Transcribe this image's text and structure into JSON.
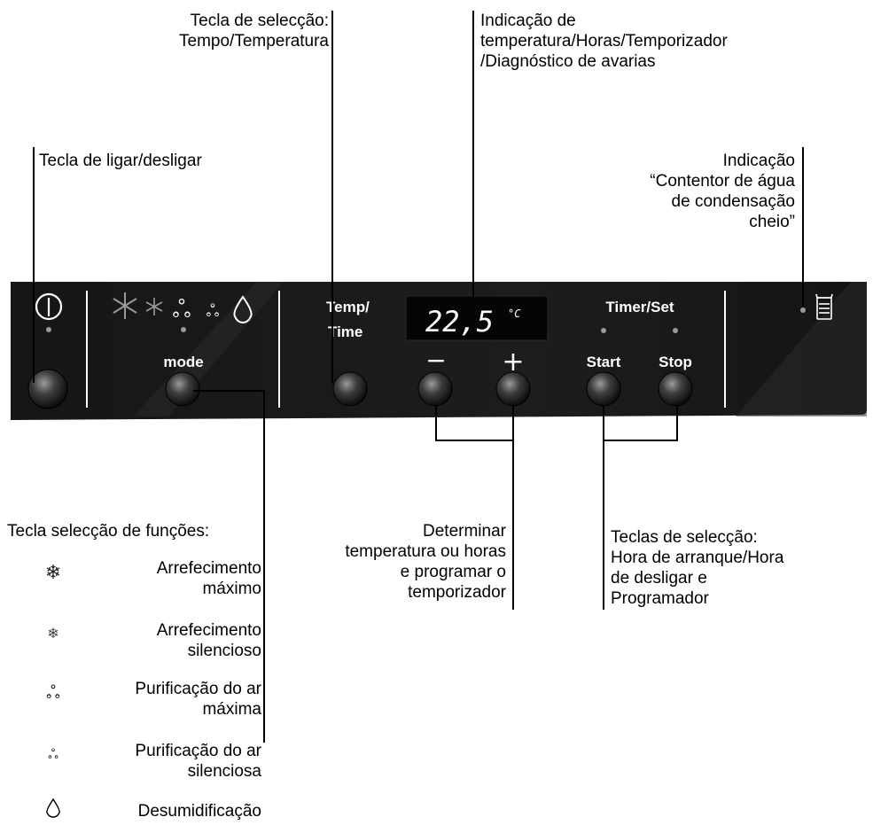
{
  "labels": {
    "power": "Tecla de ligar/desligar",
    "select_line1": "Tecla de selecção:",
    "select_line2": "Tempo/Temperatura",
    "display_line1": "Indicação de",
    "display_line2": "temperatura/Horas/Temporizador",
    "display_line3": "/Diagnóstico de avarias",
    "tank_line1": "Indicação",
    "tank_line2": "“Contentor de água",
    "tank_line3": "de condensação",
    "tank_line4": "cheio”",
    "determine_line1": "Determinar",
    "determine_line2": "temperatura ou horas",
    "determine_line3": "e programar o",
    "determine_line4": "temporizador",
    "keys_line1": "Teclas de selecção:",
    "keys_line2": "Hora de arranque/Hora",
    "keys_line3": "de desligar e",
    "keys_line4": "Programador"
  },
  "panel": {
    "mode_label": "mode",
    "temp_line1": "Temp/",
    "temp_line2": "Time",
    "display_value": "22,5",
    "display_unit": "°C",
    "timer_set": "Timer/Set",
    "start": "Start",
    "stop": "Stop",
    "minus": "−",
    "plus": "+",
    "colors": {
      "panel": "#1a1a1a",
      "display": "#050505",
      "segment": "#ffffff"
    }
  },
  "functions": {
    "heading": "Tecla selecção de funções:",
    "items": [
      {
        "icon": "snowflake-large-icon",
        "line1": "Arrefecimento",
        "line2": "máximo"
      },
      {
        "icon": "snowflake-small-icon",
        "line1": "Arrefecimento",
        "line2": "silencioso"
      },
      {
        "icon": "fan-large-icon",
        "line1": "Purificação do ar",
        "line2": "máxima"
      },
      {
        "icon": "fan-small-icon",
        "line1": "Purificação do ar",
        "line2": "silenciosa"
      },
      {
        "icon": "droplet-icon",
        "line1": "Desumidificação",
        "line2": ""
      }
    ]
  }
}
